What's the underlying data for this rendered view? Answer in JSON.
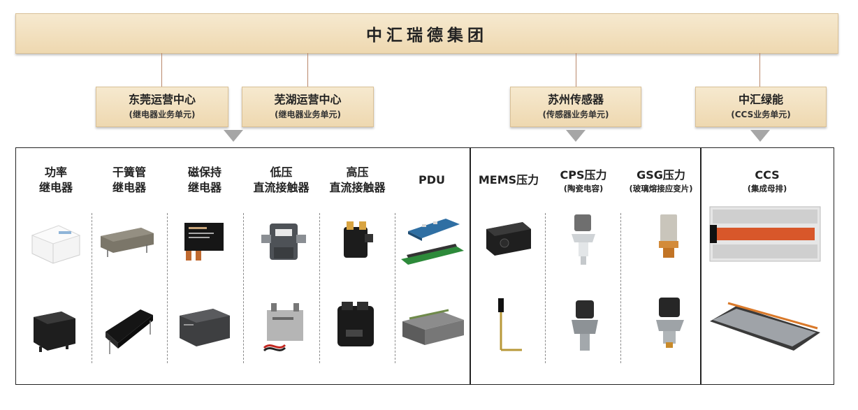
{
  "group": {
    "title": "中汇瑞德集团"
  },
  "units": [
    {
      "name": "东莞运营中心",
      "sub": "(继电器业务单元)"
    },
    {
      "name": "芜湖运营中心",
      "sub": "(继电器业务单元)"
    },
    {
      "name": "苏州传感器",
      "sub": "(传感器业务单元)"
    },
    {
      "name": "中汇绿能",
      "sub": "(CCS业务单元)"
    }
  ],
  "relay_columns": [
    {
      "line1": "功率",
      "line2": "继电器"
    },
    {
      "line1": "干簧管",
      "line2": "继电器"
    },
    {
      "line1": "磁保持",
      "line2": "继电器"
    },
    {
      "line1": "低压",
      "line2": "直流接触器"
    },
    {
      "line1": "高压",
      "line2": "直流接触器"
    },
    {
      "line1": "PDU",
      "line2": ""
    }
  ],
  "sensor_columns": [
    {
      "line1": "MEMS压力",
      "line2": ""
    },
    {
      "line1": "CPS压力",
      "line2": "(陶瓷电容)"
    },
    {
      "line1": "GSG压力",
      "line2": "(玻璃熔接应变片)"
    }
  ],
  "ccs_column": {
    "line1": "CCS",
    "line2": "(集成母排)"
  },
  "colors": {
    "banner": "#f2e1c0",
    "banner_border": "#d9c096",
    "connector": "#b9876a",
    "arrow": "#a6a6a6",
    "panel_border": "#222222"
  }
}
